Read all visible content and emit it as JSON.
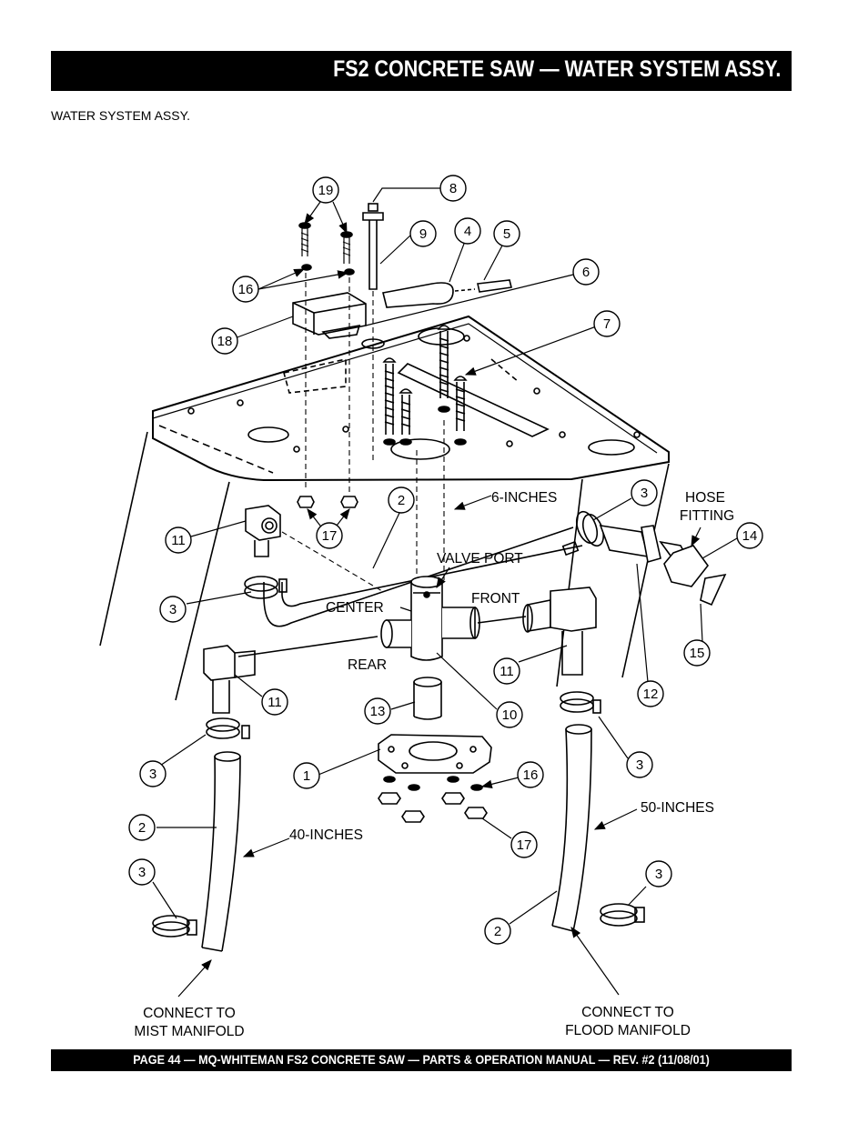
{
  "header": {
    "title": "FS2 CONCRETE SAW — WATER SYSTEM ASSY."
  },
  "section_label": "WATER SYSTEM ASSY.",
  "diagram": {
    "callouts": [
      "1",
      "2",
      "3",
      "4",
      "5",
      "6",
      "7",
      "8",
      "9",
      "10",
      "11",
      "12",
      "13",
      "14",
      "15",
      "16",
      "17",
      "18",
      "19"
    ],
    "labels": {
      "six_inches": "6-INCHES",
      "hose_fitting_1": "HOSE",
      "hose_fitting_2": "FITTING",
      "valve_port": "VALVE PORT",
      "center": "CENTER",
      "front": "FRONT",
      "rear": "REAR",
      "forty_inches": "40-INCHES",
      "fifty_inches": "50-INCHES",
      "mist_1": "CONNECT TO",
      "mist_2": "MIST MANIFOLD",
      "flood_1": "CONNECT TO",
      "flood_2": "FLOOD MANIFOLD"
    }
  },
  "footer": {
    "text": "PAGE 44 — MQ-WHITEMAN FS2 CONCRETE SAW — PARTS & OPERATION MANUAL — REV. #2 (11/08/01)"
  }
}
